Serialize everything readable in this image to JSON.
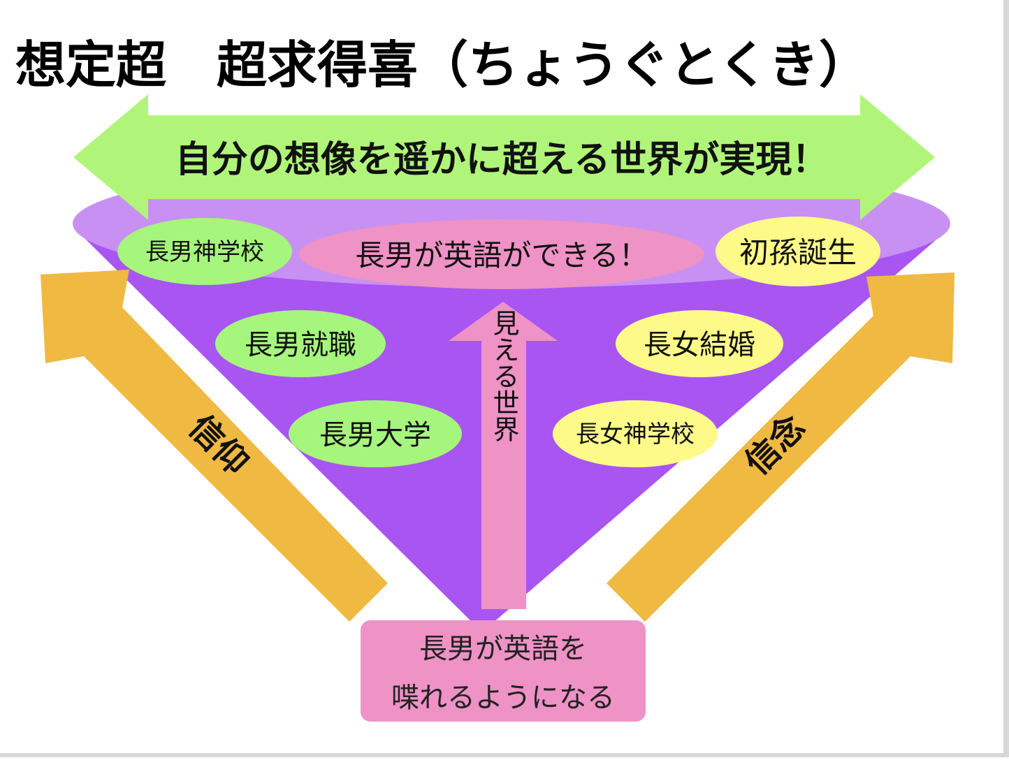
{
  "title": "想定超　超求得喜（ちょうぐとくき）",
  "banner": "自分の想像を遥かに超える世界が実現！",
  "ellipses": {
    "top_left": "長男神学校",
    "top_center": "長男が英語ができる！",
    "top_right": "初孫誕生",
    "mid_left": "長男就職",
    "mid_right": "長女結婚",
    "low_left": "長男大学",
    "low_right": "長女神学校"
  },
  "center_arrow": "見える世界",
  "left_arrow": "信仰",
  "right_arrow": "信念",
  "goal_box": {
    "line1": "長男が英語を",
    "line2": "喋れるようになる"
  },
  "colors": {
    "funnel_top": "#c890f2",
    "funnel_body": "#a855f2",
    "banner_arrow": "#b0f57a",
    "side_arrow": "#efb942",
    "pink": "#ef92c5",
    "green_ellipse": "#a6f57c",
    "yellow_ellipse": "#fdfa8a"
  }
}
